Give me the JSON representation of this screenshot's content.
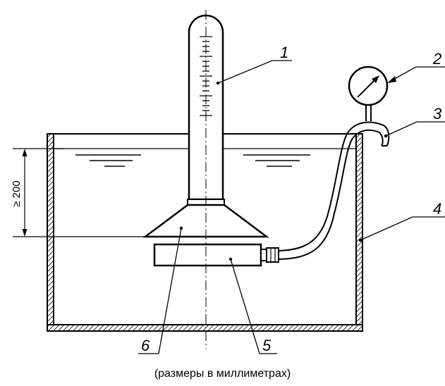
{
  "callouts": {
    "c1": "1",
    "c2": "2",
    "c3": "3",
    "c4": "4",
    "c5": "5",
    "c6": "6"
  },
  "dimension": {
    "label": "≥ 200"
  },
  "caption": "(размеры в миллиметрах)"
}
